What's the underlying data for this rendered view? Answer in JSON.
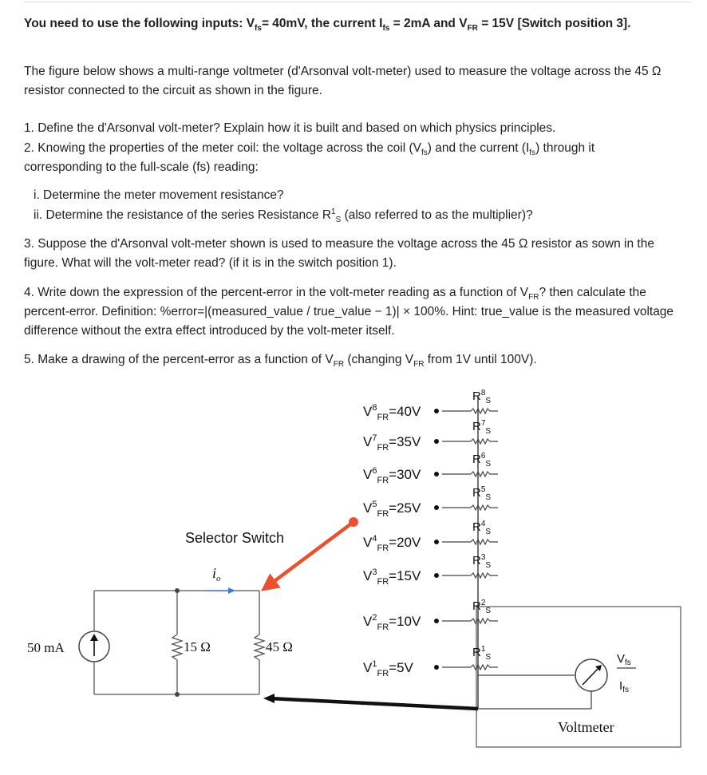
{
  "header": {
    "p1": "You need to use the following inputs: V",
    "fs": "fs",
    "p2": "= 40mV, the current I",
    "p3": " = 2mA and V",
    "fr": "FR",
    "p4": " = 15V [Switch position 3]."
  },
  "intro": {
    "line1": "The figure below shows a multi-range voltmeter (d'Arsonval volt-meter) used to measure the voltage across the 45 Ω",
    "line2": "resistor connected to the circuit as shown in the figure."
  },
  "q1": "1. Define the d'Arsonval volt-meter? Explain how it is built and based on which physics principles.",
  "q2": {
    "a": "2. Knowing the properties of the meter coil: the voltage across the coil (V",
    "b": ") and the current (I",
    "c": ") through it",
    "line2": "corresponding to the full-scale (fs) reading:",
    "i": "i. Determine the meter movement resistance?",
    "ii_a": "ii. Determine the resistance of the series Resistance R",
    "ii_sup": "1",
    "ii_sub": "S",
    "ii_b": " (also referred to as the multiplier)?"
  },
  "q3": {
    "line1": "3. Suppose the d'Arsonval volt-meter shown is used to measure the voltage across the 45 Ω resistor as sown in the",
    "line2": "figure. What will the volt-meter read? (if it is in the switch position 1)."
  },
  "q4": {
    "a": "4. Write down the expression of the percent-error in the volt-meter reading as a function of V",
    "b": "? then calculate the",
    "line2": "percent-error. Definition: %error=|(measured_value / true_value − 1)| × 100%. Hint: true_value is the measured voltage",
    "line3": "difference without the extra effect introduced by the volt-meter itself."
  },
  "q5": {
    "a": "5. Make a drawing of the percent-error as a function of V",
    "b": " (changing V",
    "c": " from 1V until 100V)."
  },
  "figure": {
    "selector_label": "Selector Switch",
    "current_label": "i",
    "current_sub": "o",
    "source_label": "50 mA",
    "r1_label": "15 Ω",
    "r2_label": "45 Ω",
    "voltmeter_label": "Voltmeter",
    "meter_vfs": "Vfs",
    "meter_ifs": "Ifs",
    "ranges": [
      {
        "v": "V",
        "sup": "8",
        "sub": "FR",
        "val": "=40V",
        "r": "R",
        "rsup": "8",
        "rsub": "S"
      },
      {
        "v": "V",
        "sup": "7",
        "sub": "FR",
        "val": "=35V",
        "r": "R",
        "rsup": "7",
        "rsub": "S"
      },
      {
        "v": "V",
        "sup": "6",
        "sub": "FR",
        "val": "=30V",
        "r": "R",
        "rsup": "6",
        "rsub": "S"
      },
      {
        "v": "V",
        "sup": "5",
        "sub": "FR",
        "val": "=25V",
        "r": "R",
        "rsup": "5",
        "rsub": "S"
      },
      {
        "v": "V",
        "sup": "4",
        "sub": "FR",
        "val": "=20V",
        "r": "R",
        "rsup": "4",
        "rsub": "S"
      },
      {
        "v": "V",
        "sup": "3",
        "sub": "FR",
        "val": "=15V",
        "r": "R",
        "rsup": "3",
        "rsub": "S"
      },
      {
        "v": "V",
        "sup": "2",
        "sub": "FR",
        "val": "=10V",
        "r": "R",
        "rsup": "2",
        "rsub": "S"
      },
      {
        "v": "V",
        "sup": "1",
        "sub": "FR",
        "val": "=5V",
        "r": "R",
        "rsup": "1",
        "rsub": "S"
      }
    ],
    "colors": {
      "arrow": "#e8502e",
      "current_arrow": "#3b7fd4",
      "wire": "#111111"
    }
  }
}
